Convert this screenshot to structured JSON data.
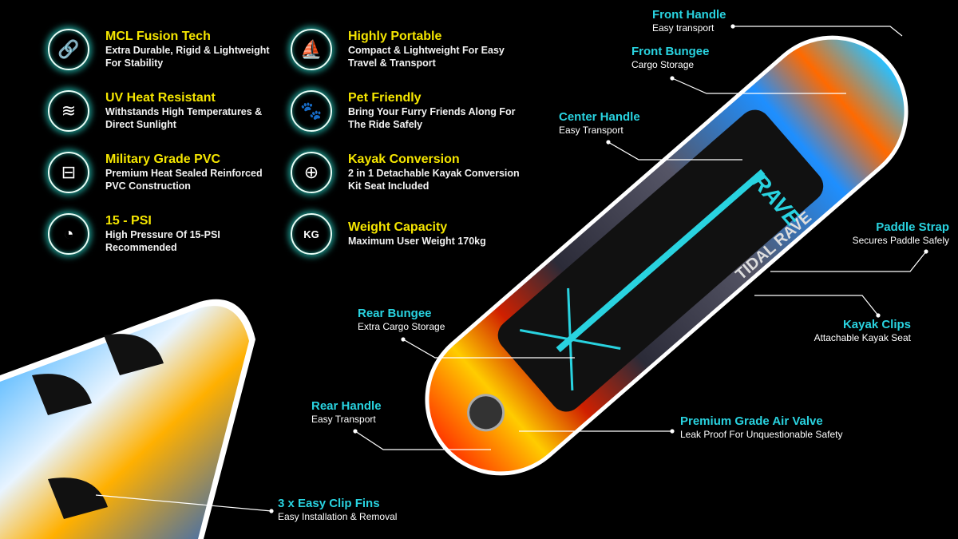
{
  "features": [
    {
      "title": "MCL Fusion Tech",
      "desc": "Extra Durable, Rigid & Lightweight\nFor Stability",
      "icon": "chain-link-icon",
      "glyph": "🔗"
    },
    {
      "title": "UV Heat Resistant",
      "desc": "Withstands High Temperatures &\nDirect Sunlight",
      "icon": "heat-layers-icon",
      "glyph": "≋"
    },
    {
      "title": "Military Grade PVC",
      "desc": "Premium Heat Sealed Reinforced\nPVC Construction",
      "icon": "pvc-rolls-icon",
      "glyph": "⊟"
    },
    {
      "title": "15 - PSI",
      "desc": "High Pressure Of 15-PSI\nRecommended",
      "icon": "pressure-gauge-icon",
      "glyph": "◔"
    },
    {
      "title": "Highly Portable",
      "desc": "Compact & Lightweight For Easy\nTravel & Transport",
      "icon": "paddler-icon",
      "glyph": "⛵"
    },
    {
      "title": "Pet Friendly",
      "desc": "Bring Your Furry Friends Along For\nThe Ride Safely",
      "icon": "paw-icon",
      "glyph": "🐾"
    },
    {
      "title": "Kayak Conversion",
      "desc": "2 in 1 Detachable Kayak Conversion\nKit Seat Included",
      "icon": "plus-icon",
      "glyph": "⊕"
    },
    {
      "title": "Weight Capacity",
      "desc": "Maximum User Weight 170kg",
      "icon": "weight-kg-icon",
      "glyph": "KG"
    }
  ],
  "callouts": {
    "front_handle": {
      "title": "Front Handle",
      "desc": "Easy transport"
    },
    "front_bungee": {
      "title": "Front Bungee",
      "desc": "Cargo Storage"
    },
    "center_handle": {
      "title": "Center Handle",
      "desc": "Easy Transport"
    },
    "paddle_strap": {
      "title": "Paddle Strap",
      "desc": "Secures Paddle Safely"
    },
    "kayak_clips": {
      "title": "Kayak Clips",
      "desc": "Attachable Kayak Seat"
    },
    "rear_bungee": {
      "title": "Rear Bungee",
      "desc": "Extra Cargo Storage"
    },
    "rear_handle": {
      "title": "Rear Handle",
      "desc": "Easy Transport"
    },
    "air_valve": {
      "title": "Premium Grade Air Valve",
      "desc": "Leak Proof For Unquestionable Safety"
    },
    "fins": {
      "title": "3 x Easy Clip Fins",
      "desc": "Easy Installation & Removal"
    }
  },
  "board": {
    "logo": "RAVE",
    "side_text": "TIDAL RAVE"
  },
  "colors": {
    "title_yellow": "#f5e600",
    "callout_cyan": "#29d3e0",
    "ring_glow": "#1a8f86"
  }
}
